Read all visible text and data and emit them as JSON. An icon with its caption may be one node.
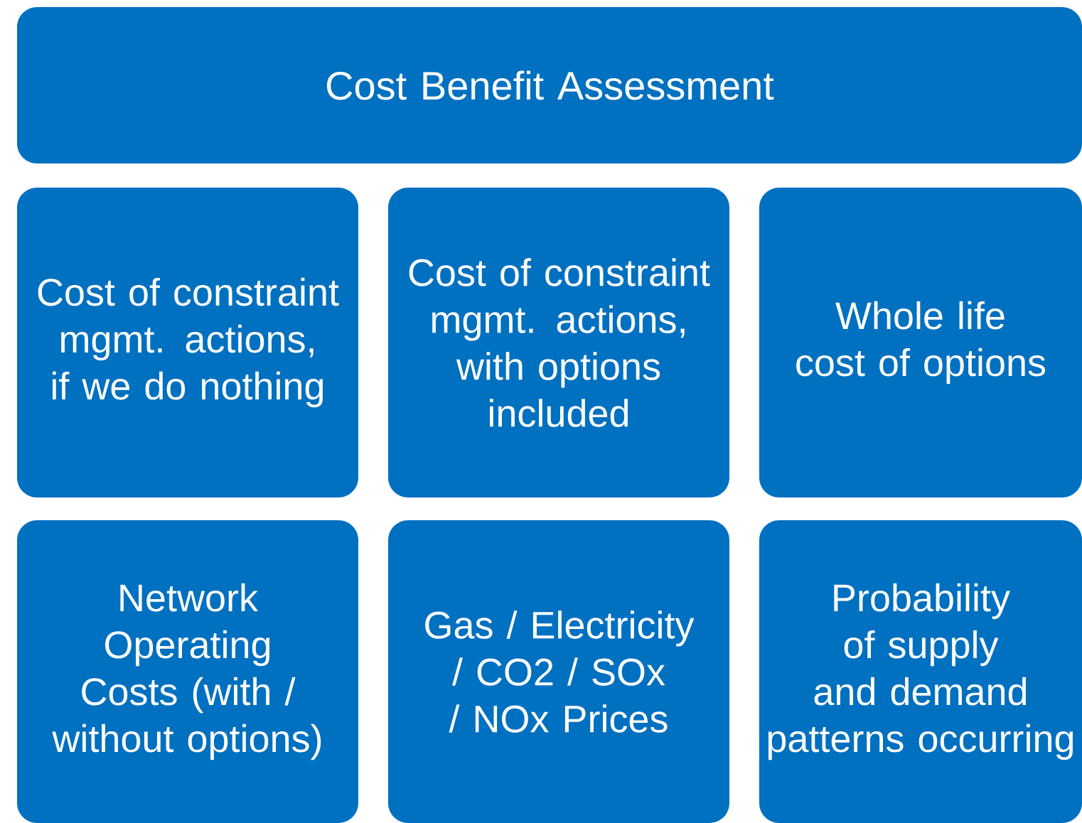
{
  "diagram": {
    "nodes": [
      {
        "text": [
          "Cost Benefit Assessment"
        ]
      },
      {
        "text": [
          "Cost of constraint mgmt. actions, if we do nothing"
        ]
      },
      {
        "text": [
          "Cost of constraint mgmt. actions, with options included"
        ]
      },
      {
        "text": [
          "Whole life cost of options"
        ]
      },
      {
        "text": [
          "Network Operating Costs (with / without options)"
        ]
      },
      {
        "text": [
          "Gas / Electricity / CO2 / SOx / NOx Prices"
        ]
      },
      {
        "text": [
          "Probability of supply and demand patterns occurring"
        ]
      }
    ]
  }
}
